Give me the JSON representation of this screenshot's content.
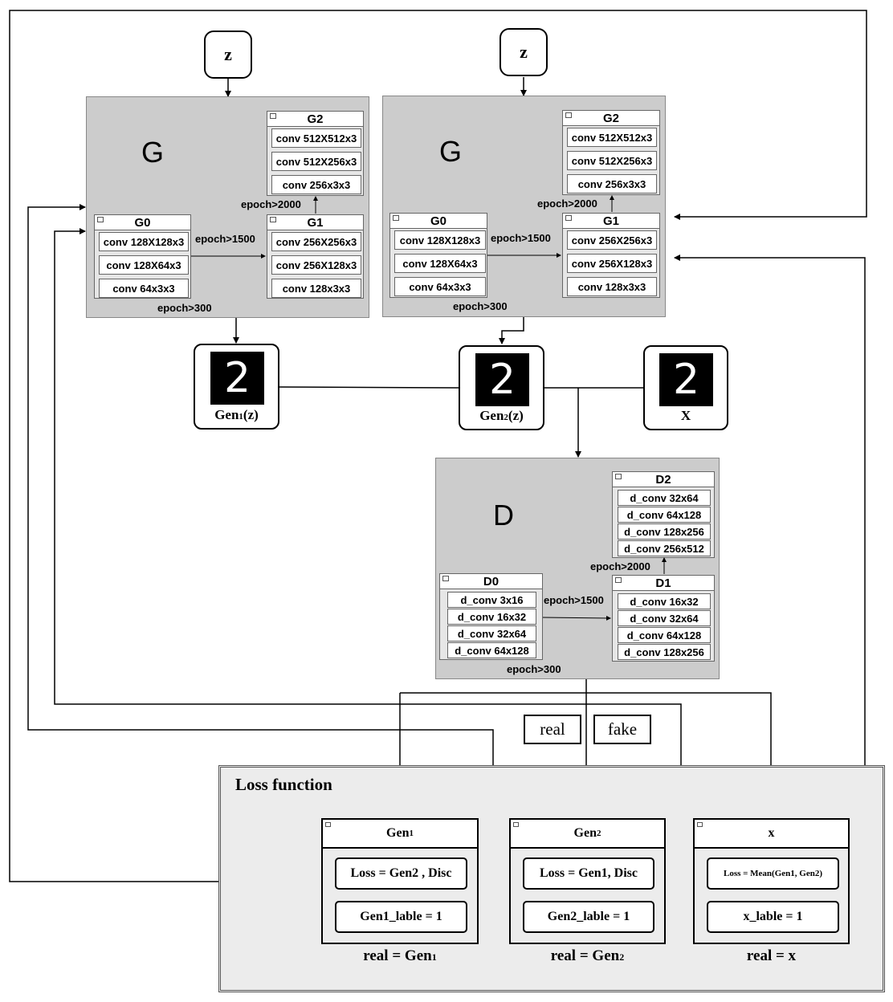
{
  "z_label": "z",
  "generator_left": {
    "title": "G",
    "g0": {
      "title": "G0",
      "layers": [
        "conv 128X128x3",
        "conv 128X64x3",
        "conv 64x3x3"
      ]
    },
    "g1": {
      "title": "G1",
      "layers": [
        "conv 256X256x3",
        "conv 256X128x3",
        "conv 128x3x3"
      ]
    },
    "g2": {
      "title": "G2",
      "layers": [
        "conv 512X512x3",
        "conv 512X256x3",
        "conv 256x3x3"
      ]
    },
    "epoch_300": "epoch>300",
    "epoch_1500": "epoch>1500",
    "epoch_2000": "epoch>2000"
  },
  "generator_right": {
    "title": "G",
    "g0": {
      "title": "G0",
      "layers": [
        "conv 128X128x3",
        "conv 128X64x3",
        "conv 64x3x3"
      ]
    },
    "g1": {
      "title": "G1",
      "layers": [
        "conv 256X256x3",
        "conv 256X128x3",
        "conv 128x3x3"
      ]
    },
    "g2": {
      "title": "G2",
      "layers": [
        "conv 512X512x3",
        "conv 512X256x3",
        "conv 256x3x3"
      ]
    },
    "epoch_300": "epoch>300",
    "epoch_1500": "epoch>1500",
    "epoch_2000": "epoch>2000"
  },
  "images": {
    "digit": "2",
    "gen1": {
      "main": "Gen",
      "sub": "1",
      "tail": "(z)"
    },
    "gen2": {
      "main": "Gen",
      "sub": "2",
      "tail": "(z)"
    },
    "x": "X"
  },
  "discriminator": {
    "title": "D",
    "d0": {
      "title": "D0",
      "layers": [
        "d_conv 3x16",
        "d_conv 16x32",
        "d_conv 32x64",
        "d_conv 64x128"
      ]
    },
    "d1": {
      "title": "D1",
      "layers": [
        "d_conv 16x32",
        "d_conv 32x64",
        "d_conv 64x128",
        "d_conv 128x256"
      ]
    },
    "d2": {
      "title": "D2",
      "layers": [
        "d_conv 32x64",
        "d_conv 64x128",
        "d_conv 128x256",
        "d_conv 256x512"
      ]
    },
    "epoch_300": "epoch>300",
    "epoch_1500": "epoch>1500",
    "epoch_2000": "epoch>2000"
  },
  "tags": {
    "real": "real",
    "fake": "fake"
  },
  "loss": {
    "title": "Loss function",
    "gen1": {
      "head_main": "Gen",
      "head_sub": "1",
      "loss": "Loss = Gen2 , Disc",
      "label": "Gen1_lable = 1",
      "under_main": "real = Gen",
      "under_sub": "1"
    },
    "gen2": {
      "head_main": "Gen",
      "head_sub": "2",
      "loss": "Loss = Gen1, Disc",
      "label": "Gen2_lable = 1",
      "under_main": "real = Gen",
      "under_sub": "2"
    },
    "x": {
      "head": "x",
      "loss": "Loss = Mean(Gen1, Gen2)",
      "label": "x_lable = 1",
      "under": "real = x"
    }
  }
}
